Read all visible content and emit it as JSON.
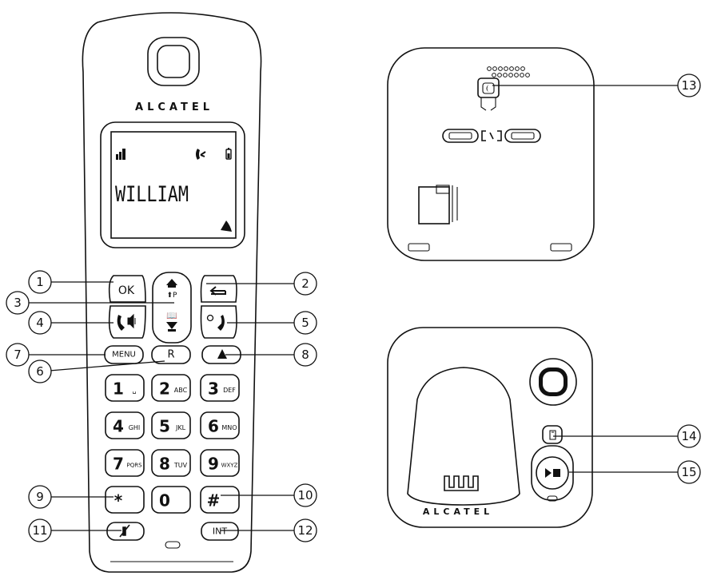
{
  "handset": {
    "brand": "ALCATEL",
    "display_name": "WILLIAM",
    "keys": {
      "ok": "OK",
      "menu": "MENU",
      "r": "R",
      "int": "INT",
      "digits": [
        {
          "digit": "1",
          "letters": "␣"
        },
        {
          "digit": "2",
          "letters": "ABC"
        },
        {
          "digit": "3",
          "letters": "DEF"
        },
        {
          "digit": "4",
          "letters": "GHI"
        },
        {
          "digit": "5",
          "letters": "JKL"
        },
        {
          "digit": "6",
          "letters": "MNO"
        },
        {
          "digit": "7",
          "letters": "PQRS"
        },
        {
          "digit": "8",
          "letters": "TUV"
        },
        {
          "digit": "9",
          "letters": "WXYZ"
        },
        {
          "digit": "*",
          "letters": ""
        },
        {
          "digit": "0",
          "letters": ""
        },
        {
          "digit": "#",
          "letters": ""
        }
      ]
    }
  },
  "base": {
    "brand": "ALCATEL"
  },
  "callouts": [
    "1",
    "2",
    "3",
    "4",
    "5",
    "6",
    "7",
    "8",
    "9",
    "10",
    "11",
    "12",
    "13",
    "14",
    "15"
  ]
}
